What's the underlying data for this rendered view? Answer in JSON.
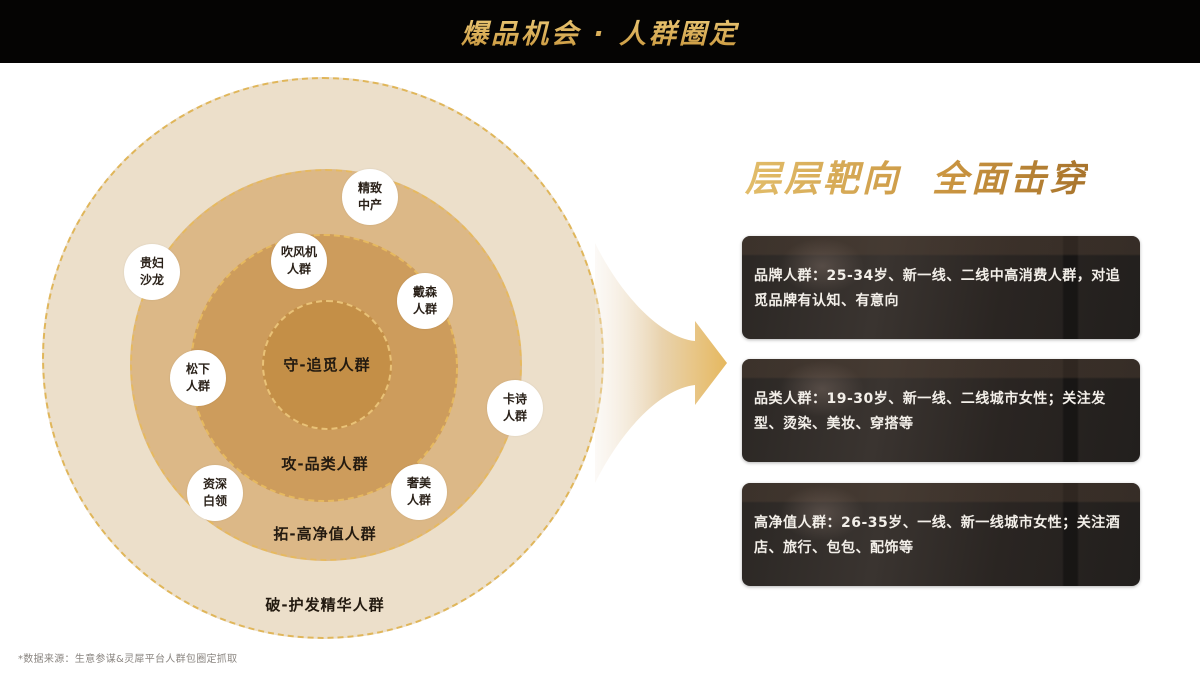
{
  "header": {
    "title": "爆品机会 · 人群圈定"
  },
  "diagram": {
    "rings": [
      {
        "label": "守-追觅人群",
        "level": "core"
      },
      {
        "label": "攻-品类人群",
        "level": "ring-3"
      },
      {
        "label": "拓-高净值人群",
        "level": "ring-2"
      },
      {
        "label": "破-护发精华人群",
        "level": "outer"
      }
    ],
    "bubbles": [
      {
        "line1": "精致",
        "line2": "中产"
      },
      {
        "line1": "吹风机",
        "line2": "人群"
      },
      {
        "line1": "贵妇",
        "line2": "沙龙"
      },
      {
        "line1": "戴森",
        "line2": "人群"
      },
      {
        "line1": "松下",
        "line2": "人群"
      },
      {
        "line1": "卡诗",
        "line2": "人群"
      },
      {
        "line1": "资深",
        "line2": "白领"
      },
      {
        "line1": "奢美",
        "line2": "人群"
      }
    ],
    "colors": {
      "outer": "#ecdfca",
      "ring2": "#dcb887",
      "ring3": "#cd9c5c",
      "core": "#c48f47",
      "dash": "#e0b65a"
    }
  },
  "right_panel": {
    "slogan": "层层靶向  全面击穿",
    "cards": [
      {
        "text": "品牌人群：25-34岁、新一线、二线中高消费人群，对追觅品牌有认知、有意向"
      },
      {
        "text": "品类人群：19-30岁、新一线、二线城市女性；关注发型、烫染、美妆、穿搭等"
      },
      {
        "text": "高净值人群：26-35岁、一线、新一线城市女性；关注酒店、旅行、包包、配饰等"
      }
    ]
  },
  "footnote": "*数据来源：生意参谋&灵犀平台人群包圈定抓取",
  "colors": {
    "header_bg": "#050403",
    "gold": "#d4a84f",
    "card_bg": "#2b2724"
  }
}
